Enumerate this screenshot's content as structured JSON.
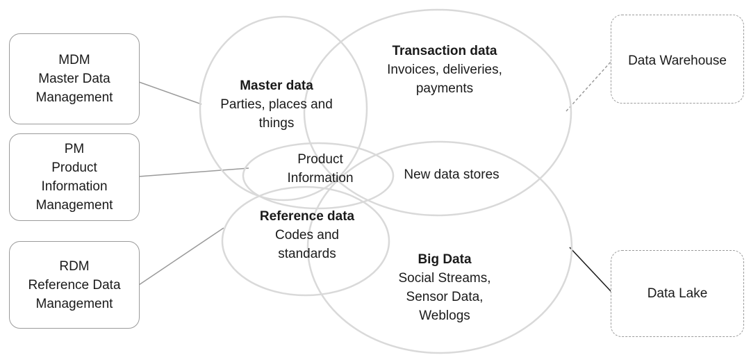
{
  "left_boxes": {
    "mdm": {
      "lines": [
        "MDM",
        "Master Data",
        "Management"
      ]
    },
    "pm": {
      "lines": [
        "PM",
        "Product",
        "Information",
        "Management"
      ]
    },
    "rdm": {
      "lines": [
        "RDM",
        "Reference Data",
        "Management"
      ]
    }
  },
  "right_boxes": {
    "warehouse": {
      "label": "Data Warehouse"
    },
    "lake": {
      "label": "Data Lake"
    }
  },
  "circles": {
    "master": {
      "title": "Master data",
      "lines": [
        "Parties, places and",
        "things"
      ]
    },
    "transaction": {
      "title": "Transaction data",
      "lines": [
        "Invoices, deliveries,",
        "payments"
      ]
    },
    "product": {
      "lines": [
        "Product",
        "Information"
      ]
    },
    "new_stores": {
      "label": "New data stores"
    },
    "reference": {
      "title": "Reference data",
      "lines": [
        "Codes and",
        "standards"
      ]
    },
    "big_data": {
      "title": "Big Data",
      "lines": [
        "Social Streams,",
        "Sensor Data,",
        "Weblogs"
      ]
    }
  },
  "colors": {
    "circle_stroke": "#d9d9d9",
    "box_border": "#9a9a9a",
    "connector": "#9a9a9a",
    "lake_connector": "#1a1a1a"
  }
}
